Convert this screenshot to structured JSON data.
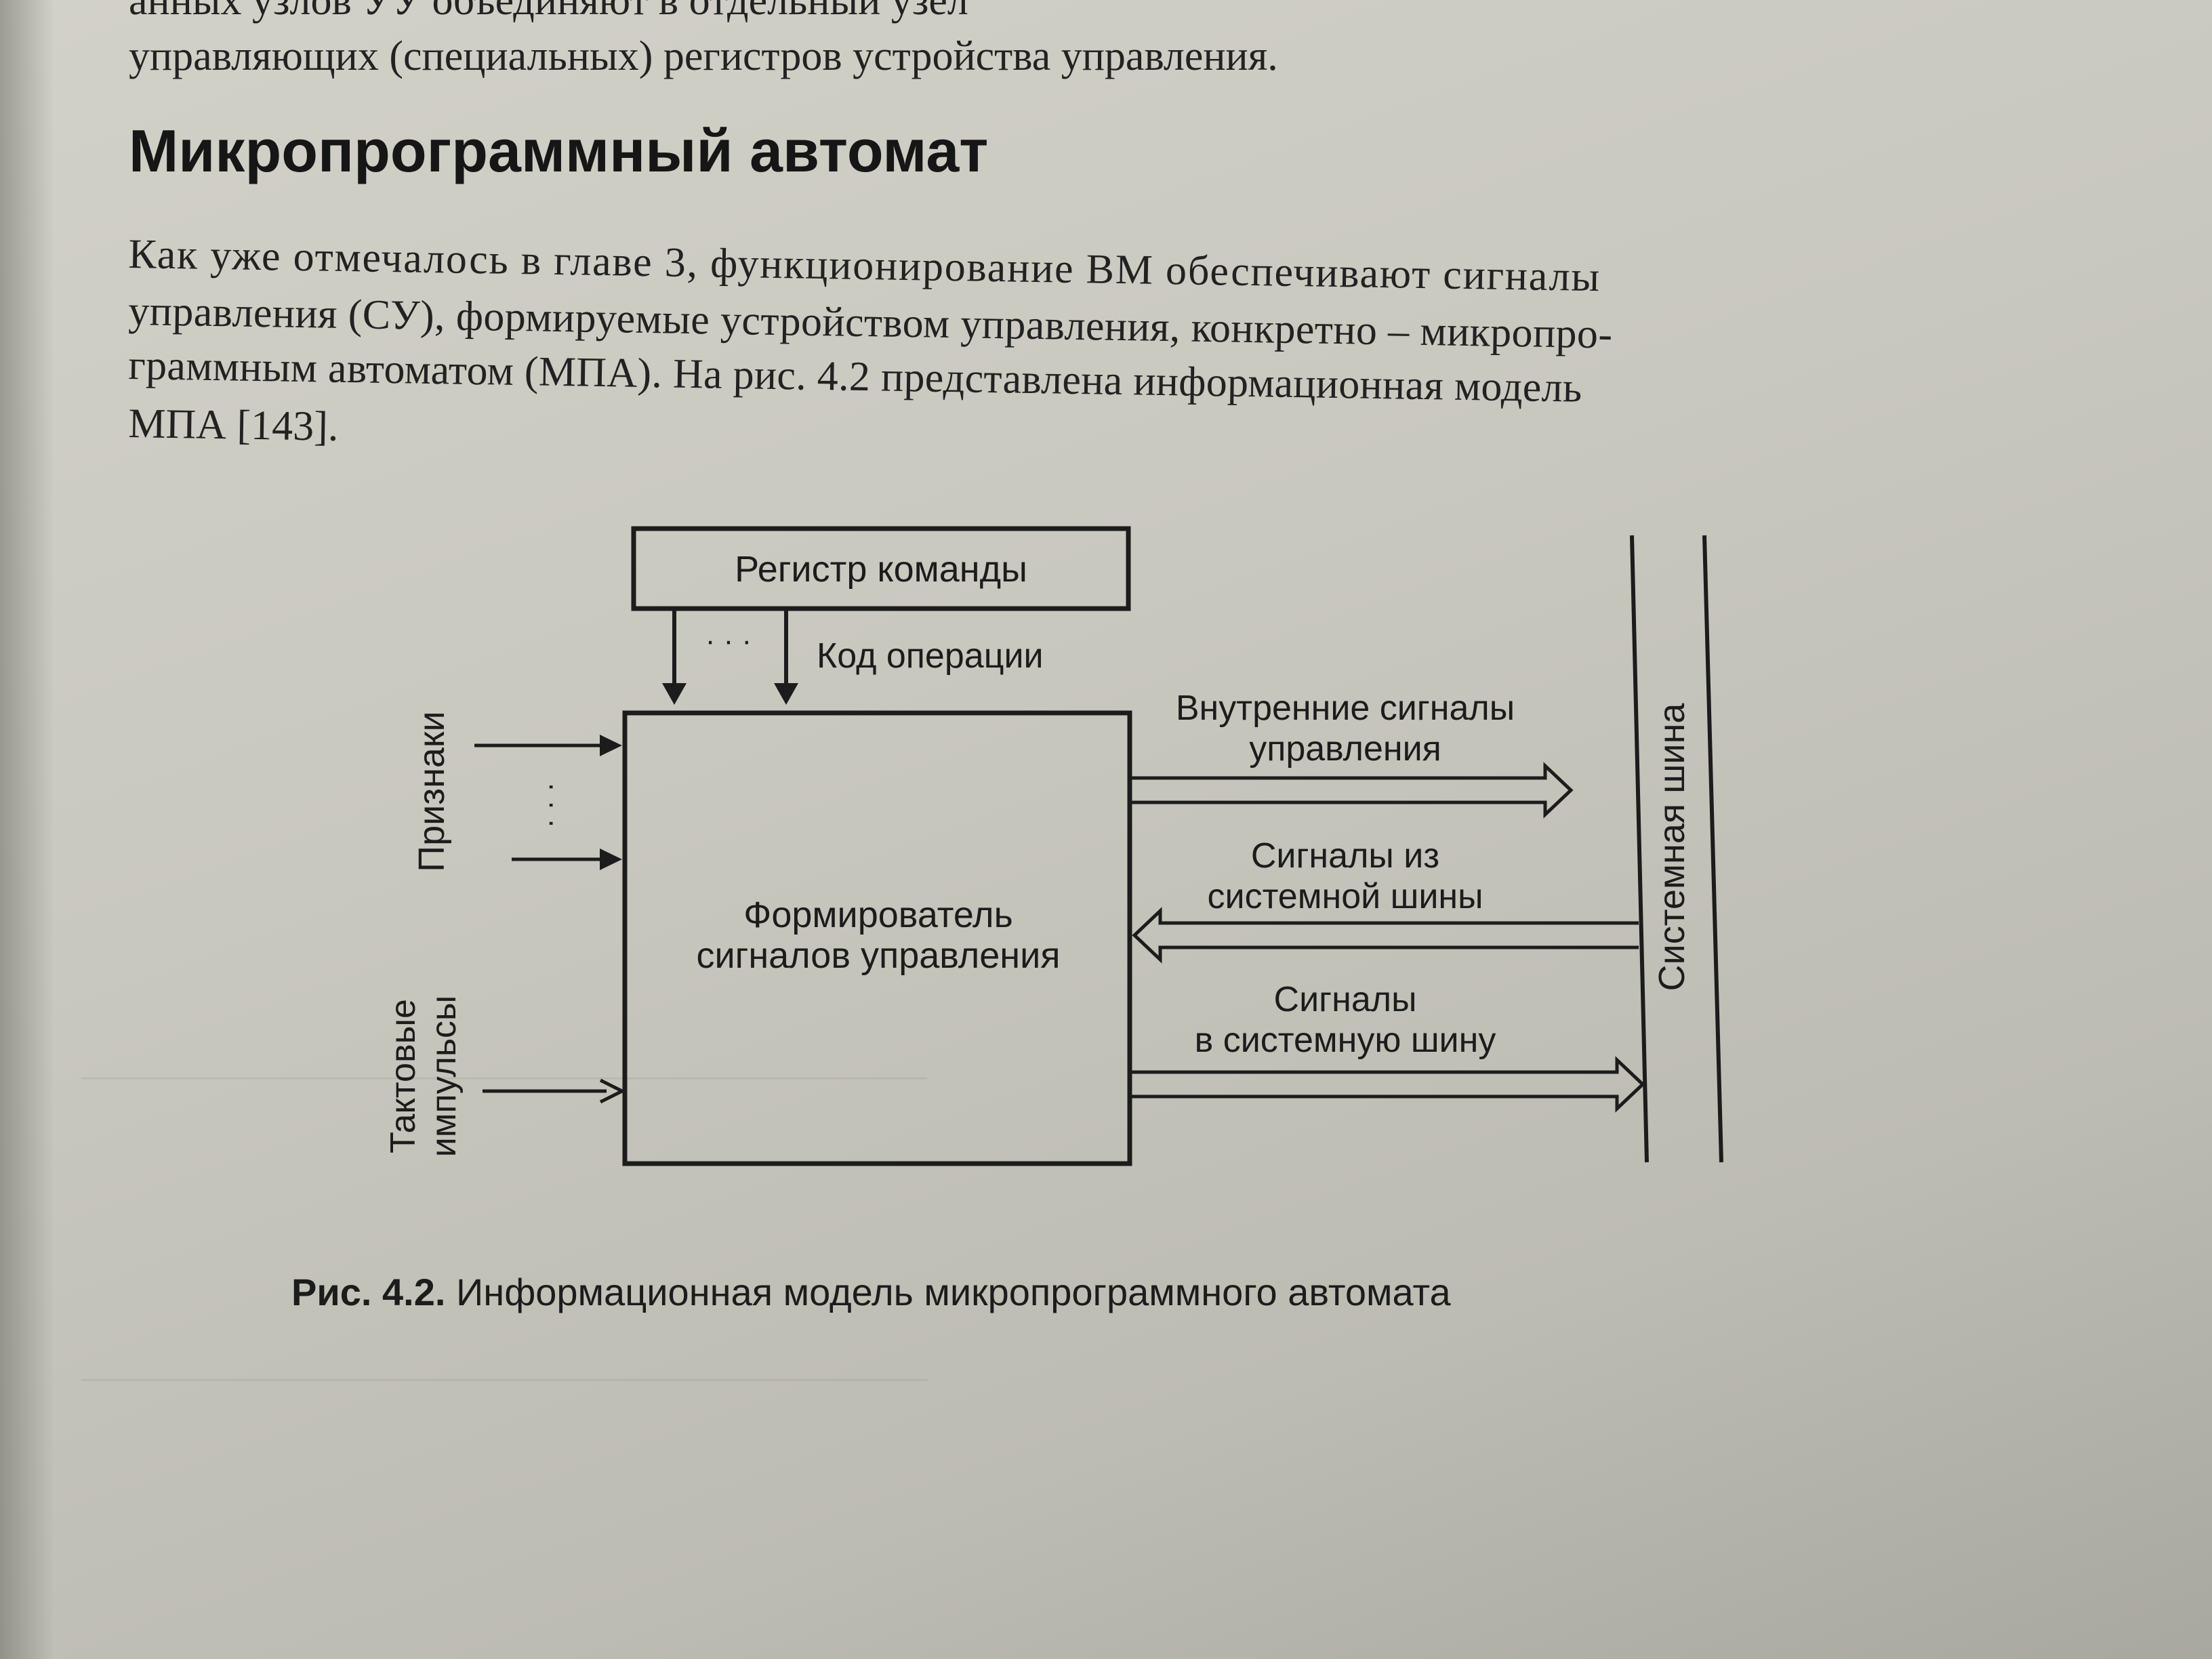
{
  "page": {
    "top_cut_line": "анных узлов УУ объединяют в отдельный узел",
    "top_line": "управляющих (специальных) регистров устройства управления.",
    "heading": "Микропрограммный автомат",
    "paragraph_lines": [
      "Как уже отмечалось в главе 3, функционирование ВМ обеспечивают сигналы",
      "управления (СУ), формируемые устройством управления, конкретно – микропро-",
      "граммным автоматом (МПА). На рис. 4.2 представлена информационная модель",
      "МПА [143]."
    ]
  },
  "figure": {
    "register_label": "Регистр команды",
    "opcode_label": "Код операции",
    "inputs_dots": "· · ·",
    "flags_label": "Признаки",
    "flags_dots": "· · ·",
    "clock_label_line1": "Тактовые",
    "clock_label_line2": "импульсы",
    "main_block_line1": "Формирователь",
    "main_block_line2": "сигналов управления",
    "internal_signals_line1": "Внутренние сигналы",
    "internal_signals_line2": "управления",
    "from_bus_line1": "Сигналы из",
    "from_bus_line2": "системной шины",
    "to_bus_line1": "Сигналы",
    "to_bus_line2": "в системную шину",
    "system_bus_label": "Системная шина",
    "caption_prefix": "Рис. 4.2.",
    "caption_text": " Информационная модель микропрограммного автомата"
  }
}
